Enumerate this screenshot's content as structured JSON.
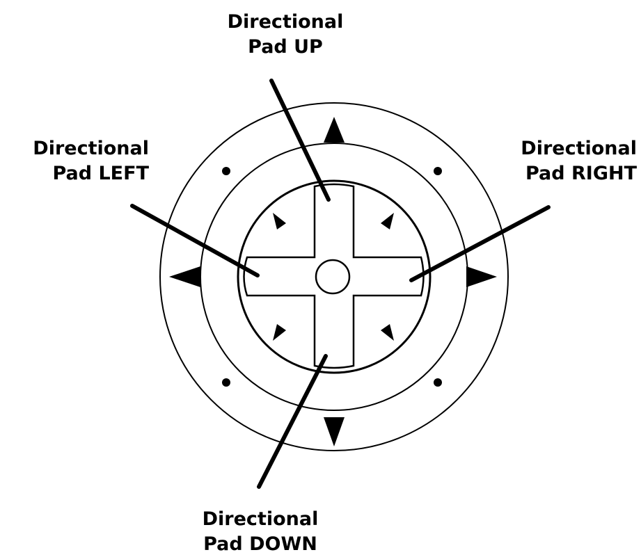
{
  "labels": {
    "up": {
      "line1": "Directional",
      "line2": "Pad UP"
    },
    "left": {
      "line1": "Directional",
      "line2": "Pad LEFT"
    },
    "right": {
      "line1": "Directional",
      "line2": "Pad RIGHT"
    },
    "down": {
      "line1": "Directional",
      "line2": "Pad DOWN"
    }
  },
  "colors": {
    "ink": "#000000",
    "paper": "#ffffff"
  },
  "icons": [
    "dpad-cross-icon",
    "arrow-up-icon",
    "arrow-down-icon",
    "arrow-left-icon",
    "arrow-right-icon",
    "dot-icon",
    "diagonal-arrow-icon"
  ]
}
